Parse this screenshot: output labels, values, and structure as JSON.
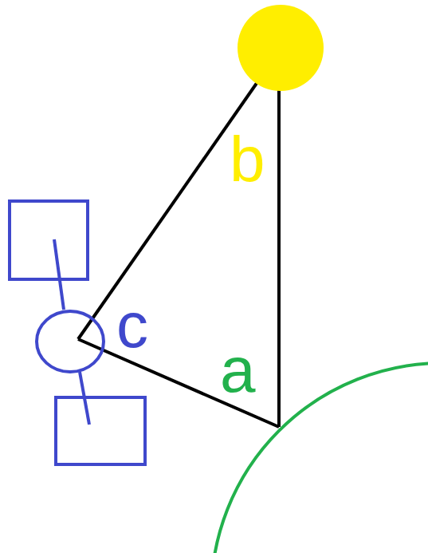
{
  "diagram": {
    "labels": [
      "b",
      "c",
      "a"
    ]
  }
}
